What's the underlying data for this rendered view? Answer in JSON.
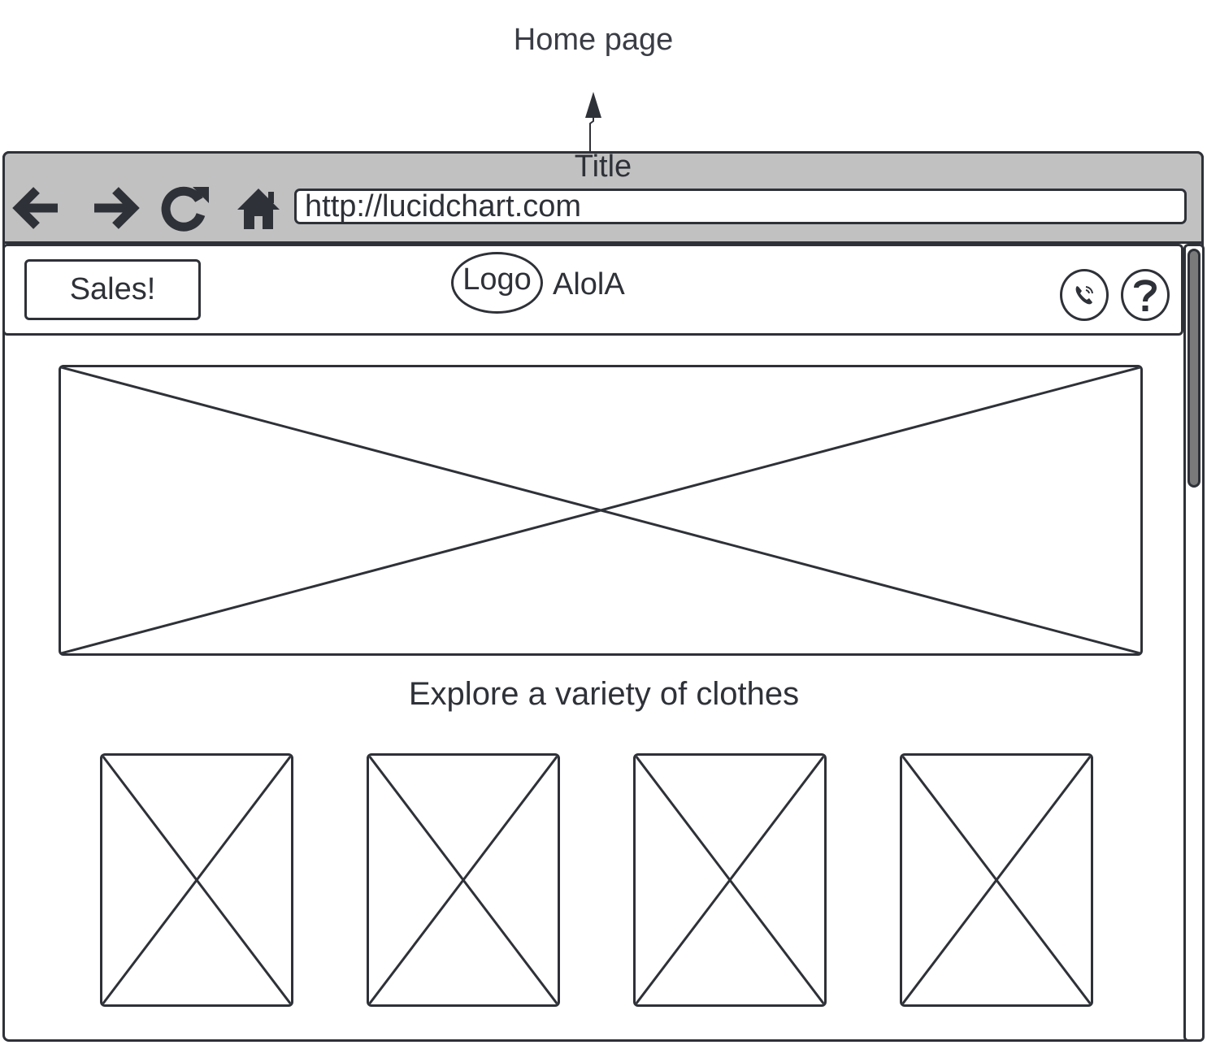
{
  "annotation": {
    "label": "Home page"
  },
  "window": {
    "title": "Title"
  },
  "browser": {
    "url": "http://lucidchart.com",
    "nav_icons": [
      "back-arrow-icon",
      "forward-arrow-icon",
      "reload-icon",
      "home-icon"
    ]
  },
  "header": {
    "sales_label": "Sales!",
    "logo_label": "Logo",
    "brand_name": "AlolA",
    "icons": [
      "phone-icon",
      "help-icon"
    ]
  },
  "main": {
    "caption": "Explore a variety of clothes",
    "product_count": 4
  }
}
